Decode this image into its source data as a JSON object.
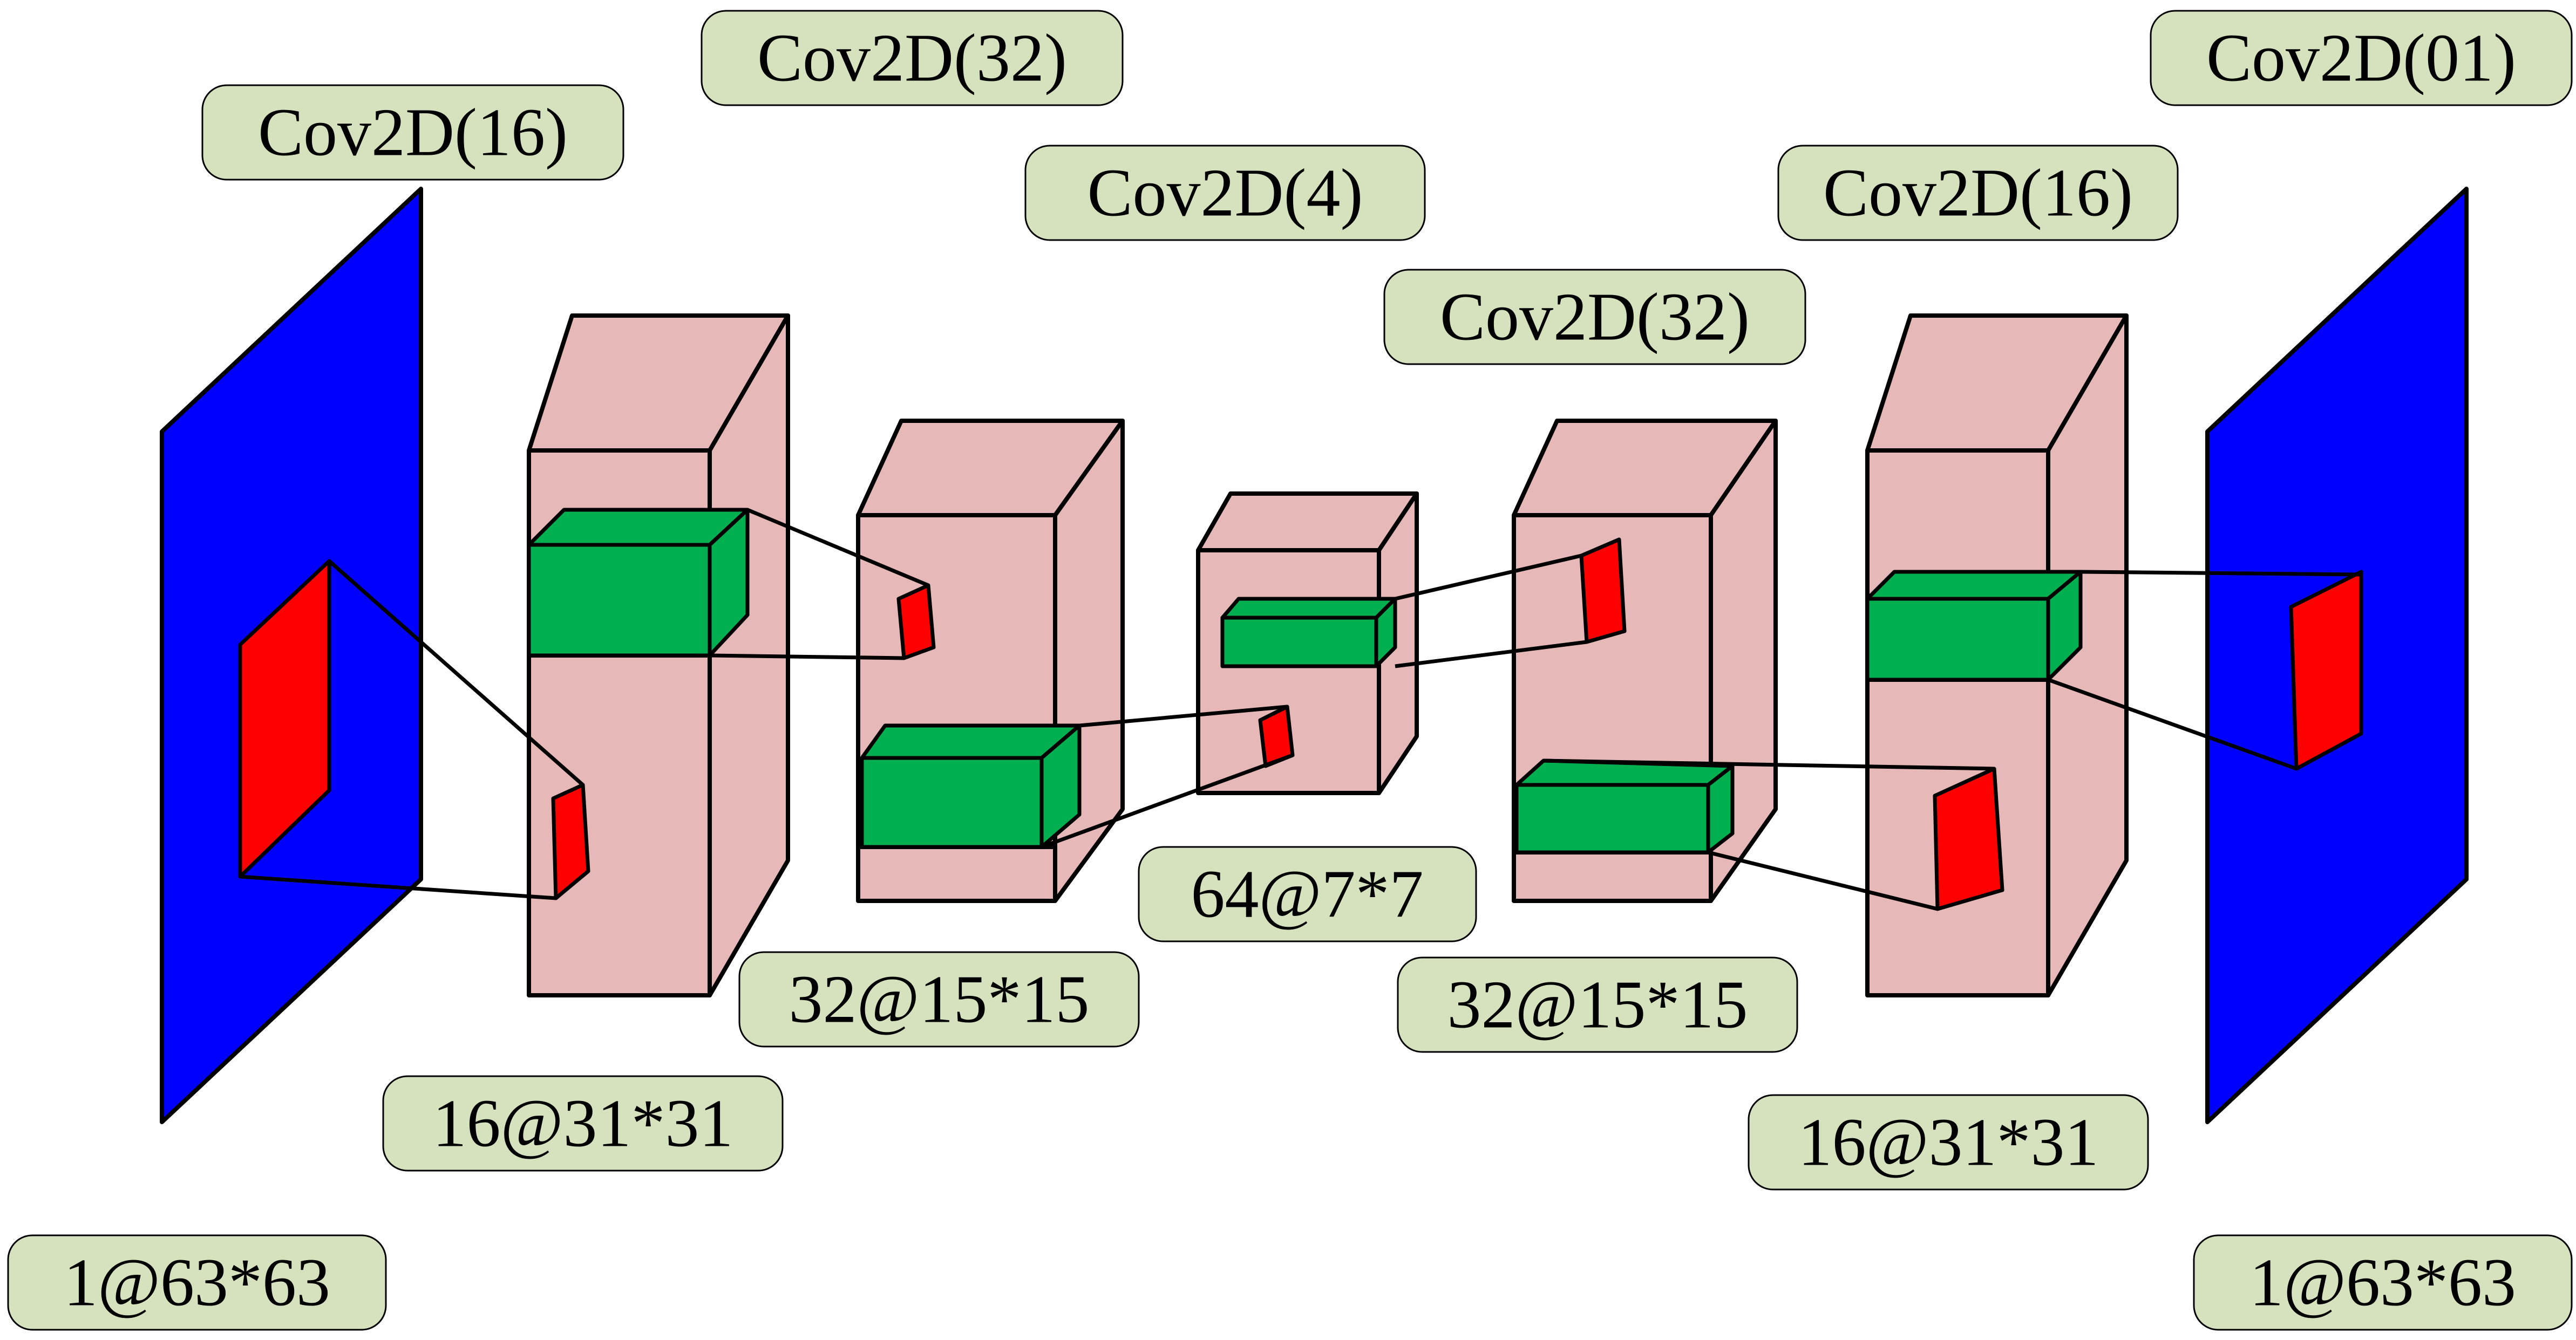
{
  "conv_labels": [
    {
      "id": "conv-1",
      "text": "Cov2D(16)"
    },
    {
      "id": "conv-2",
      "text": "Cov2D(32)"
    },
    {
      "id": "conv-3",
      "text": "Cov2D(4)"
    },
    {
      "id": "conv-4",
      "text": "Cov2D(32)"
    },
    {
      "id": "conv-5",
      "text": "Cov2D(16)"
    },
    {
      "id": "conv-6",
      "text": "Cov2D(01)"
    }
  ],
  "shape_labels": [
    {
      "id": "input",
      "text": "1@63*63"
    },
    {
      "id": "layer-1",
      "text": "16@31*31"
    },
    {
      "id": "layer-2",
      "text": "32@15*15"
    },
    {
      "id": "bottleneck",
      "text": "64@7*7"
    },
    {
      "id": "layer-4",
      "text": "32@15*15"
    },
    {
      "id": "layer-5",
      "text": "16@31*31"
    },
    {
      "id": "output",
      "text": "1@63*63"
    }
  ],
  "colors": {
    "plane": "#0000ff",
    "feature_box": "#e6b8b7",
    "kernel": "#00b050",
    "patch": "#ff0000",
    "label_fill": "#d6e2bd"
  }
}
